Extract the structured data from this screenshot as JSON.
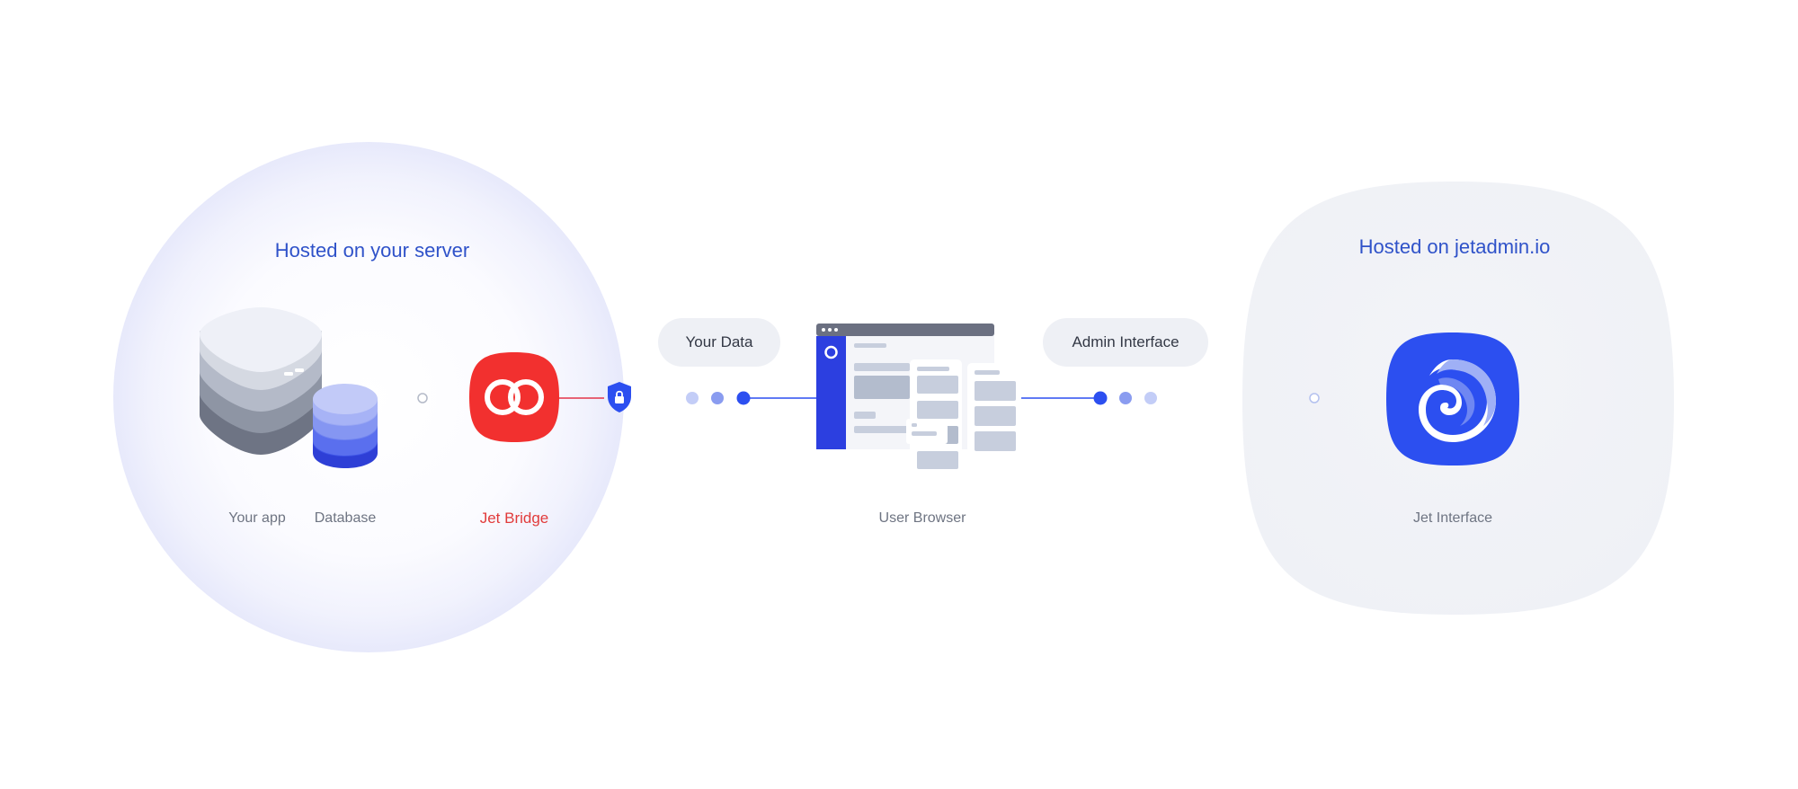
{
  "zones": {
    "self_hosted_title": "Hosted on your server",
    "cloud_title": "Hosted on jetadmin.io"
  },
  "nodes": {
    "app_label": "Your app",
    "database_label": "Database",
    "bridge_label": "Jet Bridge",
    "browser_label": "User Browser",
    "interface_label": "Jet Interface"
  },
  "flows": {
    "data_label": "Your Data",
    "admin_label": "Admin Interface"
  },
  "colors": {
    "brand_blue": "#2c4ff0",
    "bridge_red": "#f2302f",
    "title_blue": "#2f52c9",
    "pill_bg": "#eef0f5",
    "cloud_zone_bg": "#f1f3f7"
  },
  "icons": {
    "bridge": "link-rings-icon",
    "security": "shield-lock-icon",
    "interface": "swirl-logo-icon"
  }
}
